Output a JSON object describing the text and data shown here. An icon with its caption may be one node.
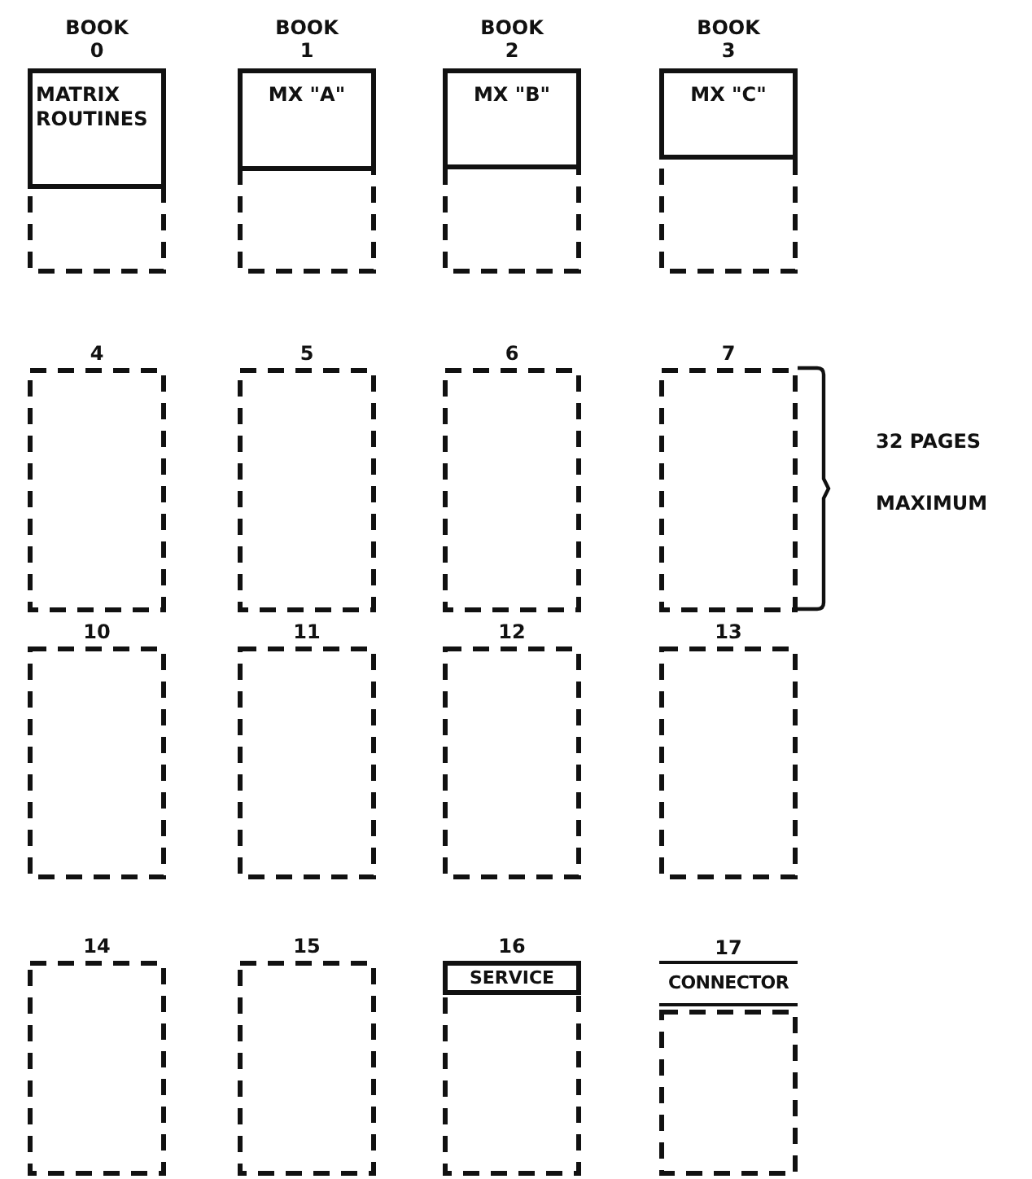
{
  "diagram": {
    "nodes": [
      {
        "text": [
          "BOOK 0"
        ]
      },
      {
        "text": [
          "MATRIX ROUTINES"
        ],
        "in": 0
      },
      {
        "text": [
          "BOOK 1"
        ]
      },
      {
        "text": [
          "MX \"A\""
        ],
        "in": 2
      },
      {
        "text": [
          "BOOK 2"
        ]
      },
      {
        "text": [
          "MX \"B\""
        ],
        "in": 4
      },
      {
        "text": [
          "BOOK 3"
        ]
      },
      {
        "text": [
          "MX \"C\""
        ],
        "in": 6
      },
      {
        "text": [
          "4"
        ]
      },
      {
        "text": [
          "5"
        ]
      },
      {
        "text": [
          "6"
        ]
      },
      {
        "text": [
          "7"
        ]
      },
      {
        "text": [
          "10"
        ]
      },
      {
        "text": [
          "11"
        ]
      },
      {
        "text": [
          "12"
        ]
      },
      {
        "text": [
          "13"
        ]
      },
      {
        "text": [
          "14"
        ]
      },
      {
        "text": [
          "15"
        ]
      },
      {
        "text": [
          "16"
        ]
      },
      {
        "text": [
          "SERVICE"
        ],
        "in": 18
      },
      {
        "text": [
          "17"
        ]
      },
      {
        "text": [
          "CONNECTOR"
        ]
      }
    ],
    "edges": [],
    "labels": [
      "32 PAGES MAXIMUM"
    ]
  }
}
